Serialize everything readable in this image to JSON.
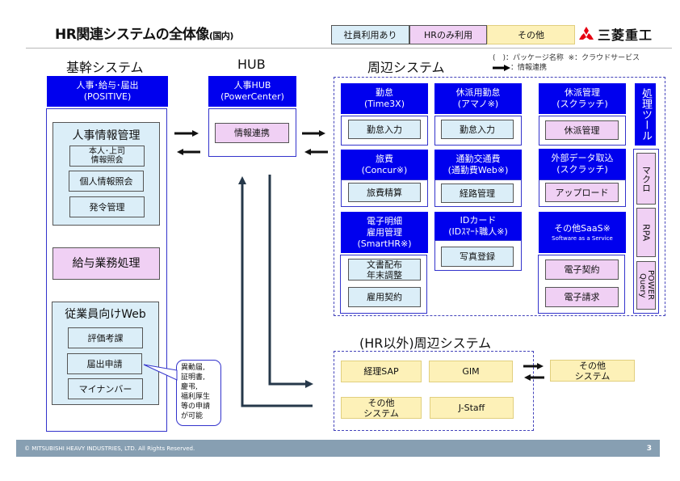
{
  "header": {
    "title": "HR関連システムの全体像",
    "title_suffix": "(国内)",
    "legend": [
      {
        "label": "社員利用あり",
        "color": "#dbeef8"
      },
      {
        "label": "HRのみ利用",
        "color": "#f0d0f4"
      },
      {
        "label": "その他",
        "color": "#fdf1b8"
      }
    ],
    "logo_text": "三菱重工",
    "logo_icon": "three-diamonds-icon",
    "brand_color": "#e60012"
  },
  "notes": {
    "package_note": "(　)：パッケージ名称",
    "cloud_note": "※：クラウドサービス",
    "arrow_note": "：情報連携"
  },
  "core": {
    "section_title": "基幹システム",
    "head_line1": "人事･給与･届出",
    "head_line2": "(POSITIVE)",
    "hr_info": {
      "title": "人事情報管理",
      "items": [
        "本人･上司\n情報照会",
        "個人情報照会",
        "発令管理"
      ]
    },
    "payroll": "給与業務処理",
    "employee_web": {
      "title": "従業員向けWeb",
      "items": [
        "評価考課",
        "届出申請",
        "マイナンバー"
      ]
    },
    "callout": "異動届,\n証明書,\n慶弔,\n福利厚生\n等の申請\nが可能"
  },
  "hub": {
    "section_title": "HUB",
    "head_line1": "人事HUB",
    "head_line2": "(PowerCenter)",
    "item": "情報連携"
  },
  "peripheral": {
    "section_title": "周辺システム",
    "systems": [
      {
        "head": [
          "勤怠",
          "(Time3X)"
        ],
        "items": [
          {
            "label": "勤怠入力",
            "type": "lblue"
          }
        ]
      },
      {
        "head": [
          "休派用勤怠",
          "(アマノ※)"
        ],
        "items": [
          {
            "label": "勤怠入力",
            "type": "lblue"
          }
        ]
      },
      {
        "head": [
          "休派管理",
          "(スクラッチ)"
        ],
        "items": [
          {
            "label": "休派管理",
            "type": "pink"
          }
        ]
      },
      {
        "head": [
          "旅費",
          "(Concur※)"
        ],
        "items": [
          {
            "label": "旅費精算",
            "type": "lblue"
          }
        ]
      },
      {
        "head": [
          "通勤交通費",
          "(通勤費Web※)"
        ],
        "items": [
          {
            "label": "経路管理",
            "type": "lblue"
          }
        ]
      },
      {
        "head": [
          "外部データ取込",
          "(スクラッチ)"
        ],
        "items": [
          {
            "label": "アップロード",
            "type": "pink"
          }
        ]
      },
      {
        "head": [
          "電子明細",
          "雇用管理",
          "(SmartHR※)"
        ],
        "items": [
          {
            "label": "文書配布\n年末調整",
            "type": "lblue"
          },
          {
            "label": "雇用契約",
            "type": "lblue"
          }
        ]
      },
      {
        "head": [
          "IDカード",
          "(IDｽﾏｰﾄ職人※)"
        ],
        "items": [
          {
            "label": "写真登録",
            "type": "lblue"
          }
        ]
      },
      {
        "head": [
          "その他SaaS※",
          "Software as a Service"
        ],
        "items": [
          {
            "label": "電子契約",
            "type": "pink"
          },
          {
            "label": "電子請求",
            "type": "pink"
          }
        ]
      }
    ],
    "tools": {
      "title": "処理ツール",
      "items": [
        "マクロ",
        "RPA",
        "POWER Query"
      ]
    }
  },
  "non_hr": {
    "section_title": "(HR以外)周辺システム",
    "items": [
      "経理SAP",
      "GIM",
      "その他\nシステム",
      "J-Staff"
    ],
    "external": "その他\nシステム"
  },
  "footer": {
    "copyright": "© MITSUBISHI HEAVY INDUSTRIES, LTD.  All Rights Reserved.",
    "page_number": "3"
  }
}
